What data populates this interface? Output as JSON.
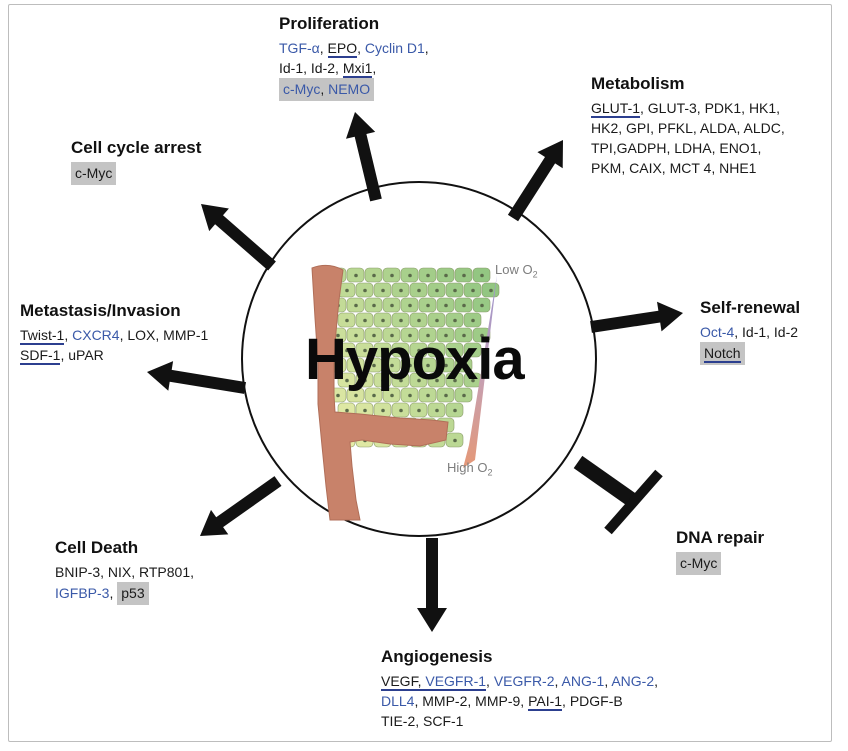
{
  "center": {
    "word": "Hypoxia",
    "low_o2": "Low O",
    "high_o2": "High O",
    "o2_subscript": "2"
  },
  "proliferation": {
    "title": "Proliferation",
    "items": [
      "TGF-α",
      "EPO",
      "Cyclin D1",
      "Id-1",
      "Id-2",
      "Mxi1",
      "c-Myc",
      "NEMO"
    ],
    "separator": ", ",
    "comma": ","
  },
  "metabolism": {
    "title": "Metabolism",
    "lines": [
      [
        "GLUT-1",
        ", GLUT-3, PDK1, HK1,"
      ],
      [
        "HK2, GPI, PFKL, ALDA, ALDC,"
      ],
      [
        "TPI,GADPH, LDHA, ENO1,"
      ],
      [
        "PKM, CAIX, MCT 4, NHE1"
      ]
    ]
  },
  "cell_cycle_arrest": {
    "title": "Cell cycle arrest",
    "items": [
      "c-Myc"
    ]
  },
  "metastasis": {
    "title": "Metastasis/Invasion",
    "items": [
      "Twist-1",
      "CXCR4",
      "LOX",
      "MMP-1",
      "SDF-1",
      "uPAR"
    ],
    "sep": ", "
  },
  "self_renewal": {
    "title": "Self-renewal",
    "items": [
      "Oct-4",
      "Id-1",
      "Id-2",
      "Notch"
    ],
    "sep": ", "
  },
  "dna_repair": {
    "title": "DNA repair",
    "items": [
      "c-Myc"
    ]
  },
  "cell_death": {
    "title": "Cell Death",
    "line1": "BNIP-3, NIX, RTP801,",
    "items": [
      "IGFBP-3",
      "p53"
    ],
    "sep": ", "
  },
  "angiogenesis": {
    "title": "Angiogenesis",
    "items": [
      "VEGF",
      "VEGFR-1",
      "VEGFR-2",
      "ANG-1",
      "ANG-2",
      "DLL4",
      "MMP-2",
      "MMP-9",
      "PAI-1",
      "PDGF-B",
      "TIE-2",
      "SCF-1"
    ],
    "sep": ", ",
    "comma": ","
  },
  "colors": {
    "blue_text": "#3a59a8",
    "underline": "#2c3f8f",
    "highlight_grey": "#c4c4c4",
    "vessel": "#c8826a",
    "arrow": "#111111"
  }
}
